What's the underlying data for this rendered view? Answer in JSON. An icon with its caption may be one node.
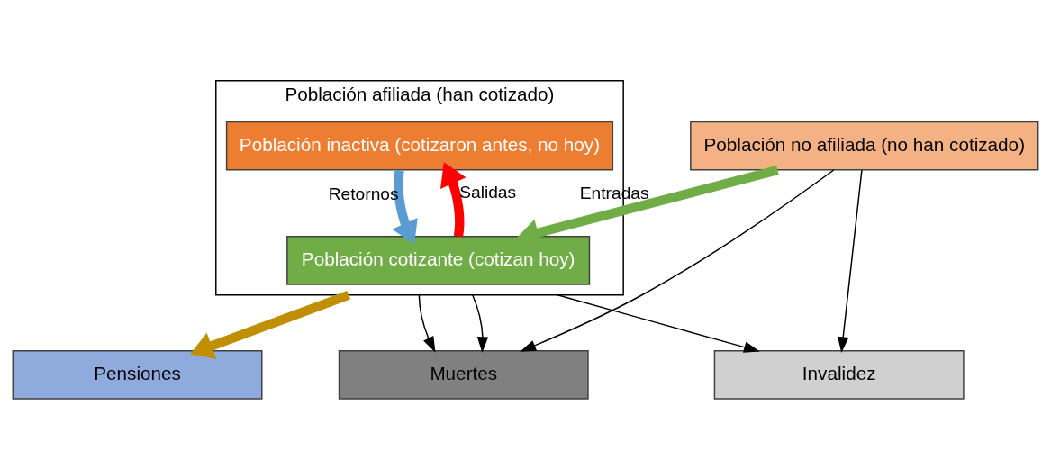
{
  "diagram": {
    "nodes": [
      {
        "text": [
          "Población afiliada (han cotizado)"
        ]
      },
      {
        "text": [
          "Población inactiva (cotizaron antes, no hoy)"
        ],
        "in": 0
      },
      {
        "text": [
          "Población cotizante (cotizan hoy)"
        ],
        "in": 0
      },
      {
        "text": [
          "Pensiones"
        ]
      },
      {
        "text": [
          "Población no afiliada (no han cotizado)"
        ]
      },
      {
        "text": [
          "Muertes"
        ]
      },
      {
        "text": [
          "Invalidez"
        ]
      }
    ],
    "edges": [
      {
        "from": 2,
        "to": 1,
        "arrow": "to",
        "label": "Salidas",
        "style": "thick",
        "color": "#ff0000"
      },
      {
        "from": 1,
        "to": 2,
        "arrow": "to",
        "label": "Retornos",
        "style": "thick",
        "color": "#5b9bd5"
      },
      {
        "from": 4,
        "to": 2,
        "arrow": "to",
        "label": "Entradas",
        "style": "thick",
        "color": "#70ad47"
      },
      {
        "from": 0,
        "to": 3,
        "arrow": "to",
        "style": "thick",
        "color": "#bf8f00"
      },
      {
        "from": 4,
        "to": 5,
        "arrow": "to"
      },
      {
        "from": 4,
        "to": 6,
        "arrow": "to"
      },
      {
        "from": 0,
        "to": 5,
        "arrow": "to"
      },
      {
        "from": 0,
        "to": 6,
        "arrow": "to"
      },
      {
        "from": 0,
        "to": 5,
        "arrow": "to"
      }
    ]
  }
}
